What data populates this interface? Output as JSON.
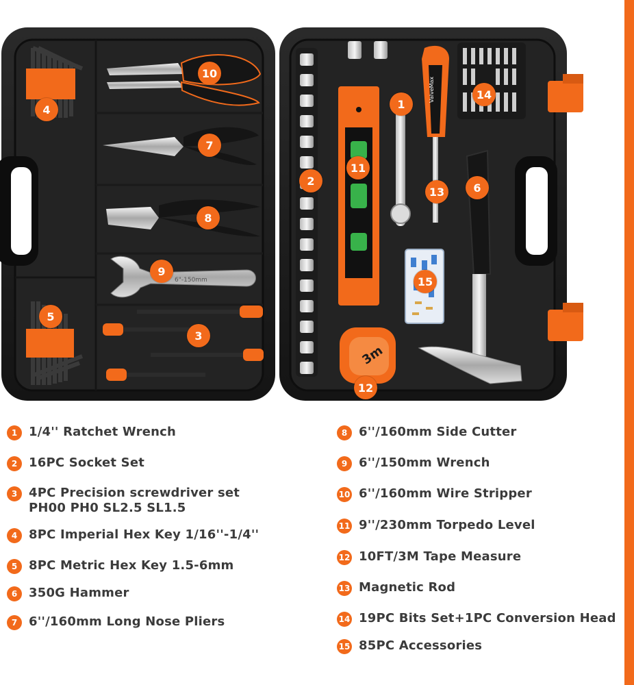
{
  "callouts": [
    {
      "num": "1"
    },
    {
      "num": "2"
    },
    {
      "num": "3"
    },
    {
      "num": "4"
    },
    {
      "num": "5"
    },
    {
      "num": "6"
    },
    {
      "num": "7"
    },
    {
      "num": "8"
    },
    {
      "num": "9"
    },
    {
      "num": "10"
    },
    {
      "num": "11"
    },
    {
      "num": "12"
    },
    {
      "num": "13"
    },
    {
      "num": "14"
    },
    {
      "num": "15"
    }
  ],
  "tool_markings": {
    "brand": "ValveMax",
    "tape_size": "3m",
    "wrench_size": "6\"-150mm"
  },
  "legend_left": [
    {
      "num": "1",
      "text": "1/4'' Ratchet Wrench"
    },
    {
      "num": "2",
      "text": "16PC Socket Set"
    },
    {
      "num": "3",
      "text": "4PC Precision screwdriver set",
      "text2": "PH00 PH0 SL2.5 SL1.5"
    },
    {
      "num": "4",
      "text": "8PC Imperial Hex Key 1/16''-1/4''"
    },
    {
      "num": "5",
      "text": "8PC Metric Hex Key 1.5-6mm"
    },
    {
      "num": "6",
      "text": "350G Hammer"
    },
    {
      "num": "7",
      "text": "6''/160mm Long Nose Pliers"
    }
  ],
  "legend_right": [
    {
      "num": "8",
      "text": "6''/160mm Side Cutter"
    },
    {
      "num": "9",
      "text": "6''/150mm Wrench"
    },
    {
      "num": "10",
      "text": "6''/160mm Wire Stripper"
    },
    {
      "num": "11",
      "text": "9''/230mm Torpedo Level"
    },
    {
      "num": "12",
      "text": "10FT/3M Tape Measure"
    },
    {
      "num": "13",
      "text": "Magnetic Rod"
    },
    {
      "num": "14",
      "text": "19PC Bits Set+1PC Conversion Head"
    },
    {
      "num": "15",
      "text": "85PC Accessories"
    }
  ],
  "colors": {
    "accent": "#f26a1b",
    "case": "#1b1b1b",
    "legend_text": "#3b3b3b"
  }
}
